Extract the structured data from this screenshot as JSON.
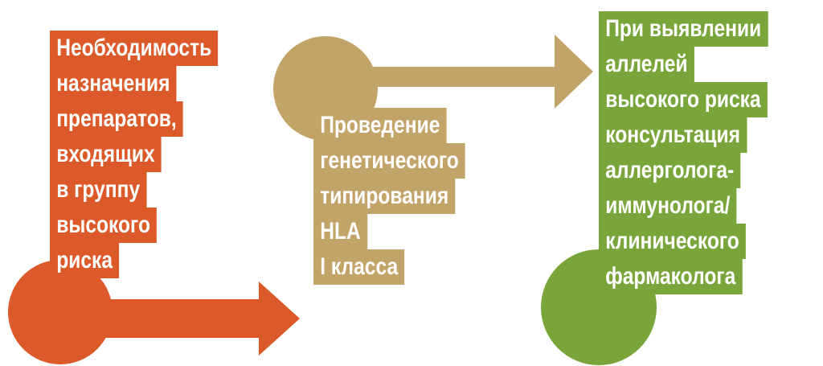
{
  "colors": {
    "step1": "#dc5a2a",
    "step2": "#c2a468",
    "step3": "#7aa53a"
  },
  "steps": [
    {
      "lines": [
        "Необходимость",
        "назначения",
        "препаратов,",
        "входящих",
        "в группу",
        "высокого",
        "риска"
      ]
    },
    {
      "lines": [
        "Проведение",
        "генетического",
        "типирования",
        "HLA",
        "I класса"
      ]
    },
    {
      "lines": [
        "При выявлении",
        "аллелей",
        "высокого риска",
        "консультация",
        "аллерголога-",
        "иммунолога/",
        "клинического",
        "фармаколога"
      ]
    }
  ]
}
